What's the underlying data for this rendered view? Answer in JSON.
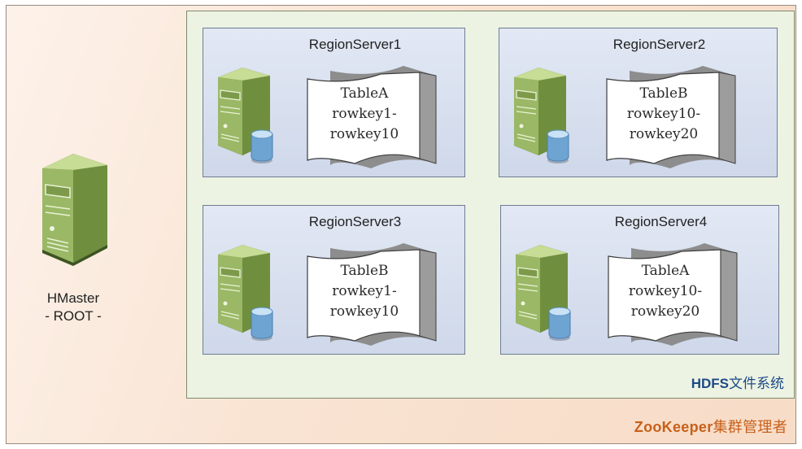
{
  "zookeeper": {
    "label_latin": "ZooKeeper",
    "label_cjk": "集群管理者",
    "color": "#c8601a"
  },
  "hdfs": {
    "label_latin": "HDFS",
    "label_cjk": "文件系统",
    "color": "#1d4a86"
  },
  "hmaster": {
    "name": "HMaster",
    "role": "- ROOT -",
    "icon": "server-icon"
  },
  "region_servers": [
    {
      "title": "RegionServer1",
      "table": "TableA",
      "range_start": "rowkey1-",
      "range_end": "rowkey10"
    },
    {
      "title": "RegionServer2",
      "table": "TableB",
      "range_start": "rowkey10-",
      "range_end": "rowkey20"
    },
    {
      "title": "RegionServer3",
      "table": "TableB",
      "range_start": "rowkey1-",
      "range_end": "rowkey10"
    },
    {
      "title": "RegionServer4",
      "table": "TableA",
      "range_start": "rowkey10-",
      "range_end": "rowkey20"
    }
  ],
  "colors": {
    "server_green": "#8fb05a",
    "server_dark": "#5e7a37",
    "db_blue": "#9ec8ec",
    "rs_background": "#d6def0"
  }
}
